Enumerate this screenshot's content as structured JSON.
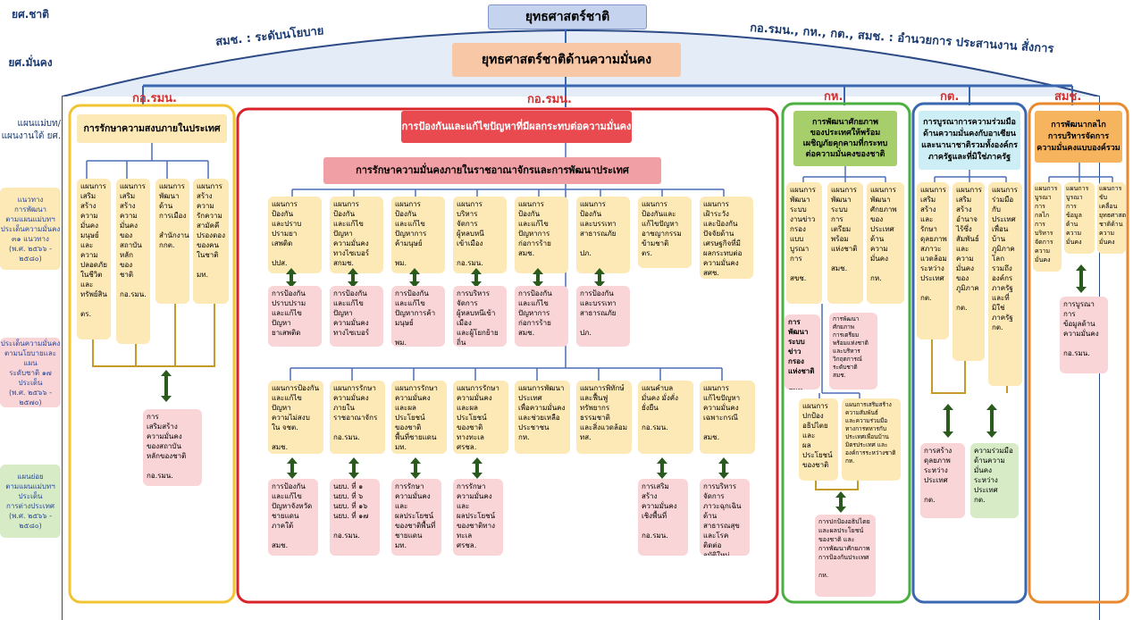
{
  "left_labels": {
    "l1": "ยศ.ชาติ",
    "l2": "ยศ.มั่นคง",
    "l3a": "แผนแม่บท/",
    "l3b": "แผนงานใต้ ยศ.",
    "l4": "แนวทาง\nการพัฒนา\nตามแผนแม่บทฯ\nประเด็นความมั่นคง\n๓๑ แนวทาง\n(พ.ศ. ๒๕๖๖ - ๒๕๘๐)",
    "l5": "ประเด็นความมั่นคง\nตามนโยบายและแผน\nระดับชาติ ๑๗ ประเด็น\n(พ.ศ. ๒๕๖๖ - ๒๕๗๐)",
    "l6": "แผนย่อย\nตามแผนแม่บทฯ\nประเด็น\nการต่างประเทศ\n(พ.ศ. ๒๕๖๖ - ๒๕๘๐)"
  },
  "top": {
    "national_strategy": "ยุทธศาสตร์ชาติ",
    "security_strategy": "ยุทธศาสตร์ชาติด้านความมั่นคง",
    "left_arc": "สมช. : ระดับนโยบาย",
    "right_arc": "กอ.รมน., กห., กต., สมช. : อำนวยการ ประสานงาน สั่งการ"
  },
  "columns": {
    "c1": "กอ.รมน.",
    "c2": "กอ.รมน.",
    "c3": "กห.",
    "c4": "กต.",
    "c5": "สมช."
  },
  "panel1": {
    "title": "การรักษาความสงบภายในประเทศ",
    "boxes": [
      "แผนการ\nเสริม\nสร้างความ\nมั่นคง\nมนุษย์\nและความ\nปลอดภัย\nในชีวิต\nและ\nทรัพย์สิน\n\nตร.",
      "แผนการ\nเสริม\nสร้าง\nความ\nมั่นคง\nของ\nสถาบัน\nหลัก\nของ\nชาติ\n\nกอ.รมน.",
      "แผนการ\nพัฒนา\nด้าน\nการเมือง\n\nสำนักงาน\nกกต.",
      "แผนการ\nสร้างความ\nรักความ\nสามัคคี\nปรองดอง\nของคน\nในชาติ\n\nมท."
    ],
    "sub": "การ\nเสริมสร้าง\nความมั่นคง\nของสถาบัน\nหลักของชาติ\n\nกอ.รมน."
  },
  "panel2": {
    "title": "การป้องกันและแก้ไขปัญหาที่มีผลกระทบต่อความมั่นคง",
    "subtitle": "การรักษาความมั่นคงภายในราชอาณาจักรและการพัฒนาประเทศ",
    "row1": [
      "แผนการ\nป้องกัน\nและปราบ\nปรามยา\nเสพติด\n\nปปส.",
      "แผนการ\nป้องกัน\nและแก้ไข\nปัญหา\nความมั่นคง\nทางไซเบอร์\nสกมช.",
      "แผนการ\nป้องกัน\nและแก้ไข\nปัญหาการ\nค้ามนุษย์\n\nพม.",
      "แผนการ\nบริหาร\nจัดการ\nผู้หลบหนี\nเข้าเมือง\n\nกอ.รมน.",
      "แผนการ\nป้องกัน\nและแก้ไข\nปัญหาการ\nก่อการร้าย\nสมช.",
      "แผนการ\nป้องกัน\nและบรรเทา\nสาธารณภัย\n\nปภ.",
      "แผนการ\nป้องกันและ\nแก้ไขปัญหา\nอาชญากรรม\nข้ามชาติ\nตร.",
      "แผนการ\nเฝ้าระวัง\nและป้องกัน\nปัจจัยด้าน\nเศรษฐกิจที่มี\nผลกระทบต่อ\nความมั่นคง\nสศช."
    ],
    "row1_sub": [
      "การป้องกัน\nปราบปราม\nและแก้ไขปัญหา\nยาเสพติด\n\nปปส.",
      "การป้องกัน\nและแก้ไขปัญหา\nความมั่นคง\nทางไซเบอร์\n\nสกมช.",
      "การป้องกัน\nและแก้ไข\nปัญหาการค้ามนุษย์\n\nพม.",
      "การบริหารจัดการ\nผู้หลบหนีเข้าเมือง\nและผู้โยกย้ายถิ่น\nฐานแบบไม่ปกติ\nกอ.รมน.",
      "การป้องกัน\nและแก้ไข\nปัญหาการ\nก่อการร้าย\nสมช.",
      "การป้องกัน\nและบรรเทา\nสาธารณภัย\n\nปภ."
    ],
    "row2": [
      "แผนการป้องกัน\nและแก้ไขปัญหา\nความไม่สงบ\nใน จชต.\n\nสมช.",
      "แผนการรักษา\nความมั่นคง\nภายใน\nราชอาณาจักร\n\nกอ.รมน.",
      "แผนการรักษา\nความมั่นคง\nและผลประโยชน์\nของชาติ\nพื้นที่ชายแดน\nมท.",
      "แผนการรักษา\nความมั่นคง\nและผลประโยชน์\nของชาติ\nทางทะเล\nศรชล.",
      "แผนการพัฒนา\nประเทศ\nเพื่อความมั่นคง\nและช่วยเหลือ\nประชาชน\nกห.",
      "แผนการพิทักษ์\nและฟื้นฟู\nทรัพยากร\nธรรมชาติ\nและสิ่งแวดล้อม\nทส.",
      "แผนคำบล\nมั่นคง มั่งคั่ง\nยั่งยืน\n\nกอ.รมน.",
      "แผนการ\nแก้ไขปัญหา\nความมั่นคง\nเฉพาะกรณี\n\nสมช."
    ],
    "row2_sub": [
      "การป้องกัน\nและแก้ไข\nปัญหาจังหวัด\nชายแดน\nภาคใต้\n\nสมช.",
      "นยบ. ที่ ๑\nนยบ. ที่ ๖\nนยบ. ที่ ๑๖\nนยบ. ที่ ๑๗\n\nกอ.รมน.",
      "การรักษา\nความมั่นคง\nและ\nผลประโยชน์\nของชาติพื้นที่\nชายแดน\nมท.",
      "การรักษา\nความมั่นคง\nและ\nผลประโยชน์\nของชาติทาง\nทะเล\nศรชล.",
      "การเสริมสร้าง\nความมั่นคง\nเชิงพื้นที่\n\nกอ.รมน.",
      "การบริหารจัดการ\nภาวะฉุกเฉิน\nด้านสาธารณสุข\nและโรคติดต่อ\nอุบัติใหม่\nสธ."
    ]
  },
  "panel3": {
    "title": "การพัฒนาศักยภาพ\nของประเทศให้พร้อม\nเผชิญภัยคุกคามที่กระทบ\nต่อความมั่นคงของชาติ",
    "boxes": [
      "แผนการ\nพัฒนา\nระบบ\nงานข่าว\nกรอง\nแบบ\nบูรณาการ\n\nสขช.",
      "แผนการ\nพัฒนา\nระบบ\nการ\nเตรียม\nพร้อม\nแห่งชาติ\n\nสมช.",
      "แผนการ\nพัฒนา\nศักยภาพ\nของ\nประเทศด้าน\nความมั่นคง\n\nกห."
    ],
    "sub1": "การพัฒนา\nระบบข่าว\nกรอง\nแห่งชาติ\n\nสขช.",
    "sub2": "การพัฒนาศักยภาพ\nการเตรียม\nพร้อมแห่งชาติ\nและบริหาร\nวิกฤตการณ์\nระดับชาติ\nสมช.",
    "box4": "แผนการ\nปกป้อง\nอธิปไตย\nและ\nผลประโยชน์\nของชาติ\n\nบก.ทท",
    "box5": "แผนการเสริมสร้าง\nความสัมพันธ์\nและความร่วมมือ\nทางการทหารกับ\nประเทศเพื่อนบ้าน\nมิตรประเทศ และ\nองค์การระหว่างชาติ\nกห.",
    "sub3": "การปกป้องอธิปไตย\nและผลประโยชน์\nของชาติ และ\nการพัฒนาศักยภาพ\nการป้องกันประเทศ\n\nกห."
  },
  "panel4": {
    "title": "การบูรณาการความร่วมมือ\nด้านความมั่นคงกับอาเซียน\nและนานาชาติรวมทั้งองค์กร\nภาครัฐและที่มิใช่ภาครัฐ",
    "boxes": [
      "แผนการ\nเสริม\nสร้างและ\nรักษา\nดุลยภาพ\nสภาวะ\nแวดล้อม\nระหว่าง\nประเทศ\n\nกต.",
      "แผนการ\nเสริม\nสร้างอำนาจ\nไร้ซึ่ง\nสัมพันธ์\nและความ\nมั่นคงของ\nภูมิภาค\n\nกต.",
      "แผนการ\nร่วมมือ\nกับ\nประเทศ\nเพื่อน\nบ้าน\nภูมิภาค\nโลก\nรวมถึง\nองค์กร\nภาครัฐ\nและที่\nมิใช่\nภาครัฐ\nกต."
    ],
    "sub1": "การสร้าง\nดุลยภาพ\nระหว่าง\nประเทศ\n\nกต.",
    "sub2": "ความร่วมมือ\nด้านความ\nมั่นคง\nระหว่าง\nประเทศ\nกต."
  },
  "panel5": {
    "title": "การพัฒนากลไก\nการบริหารจัดการ\nความมั่นคงแบบองค์รวม",
    "boxes": [
      "แผนการ\nบูรณาการ\nกลไก\nการบริหาร\nจัดการ\nความมั่นคง\n\nสมช.",
      "แผนการ\nบูรณาการ\nข้อมูลด้าน\nความมั่นคง\n\nกอ.รมน.",
      "แผนการ\nขับเคลื่อน\nยุทธศาสตร์\nชาติด้าน\nความมั่นคง\n\nสมช."
    ],
    "sub": "การบูรณาการ\nข้อมูลด้าน\nความมั่นคง\n\nกอ.รมน."
  }
}
